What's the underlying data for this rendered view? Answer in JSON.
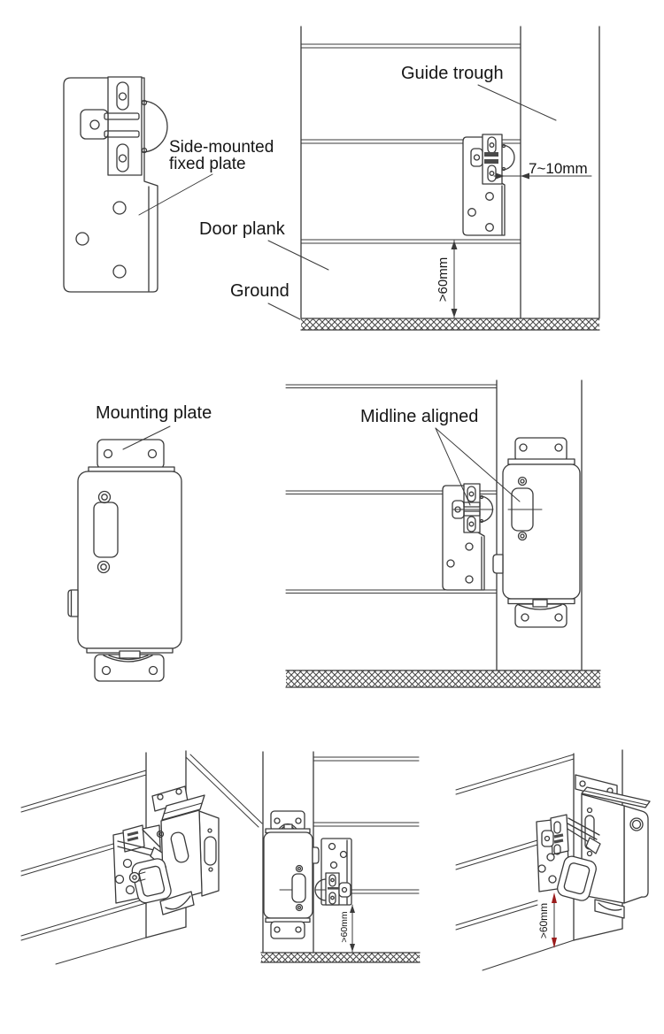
{
  "document": {
    "kind": "installation-instruction-diagram",
    "subject": "side-mounted gate latch lock installation",
    "background": "#ffffff"
  },
  "colors": {
    "line_color": "#3a3a3a",
    "red_accent": "#9b1c1c",
    "slot_fill": "#4a4a4a",
    "background": "#ffffff"
  },
  "labels": {
    "side_mounted_line1": "Side-mounted",
    "side_mounted_line2": "fixed plate",
    "guide_trough": "Guide trough",
    "gap_dimension": "7~10mm",
    "door_plank": "Door plank",
    "ground": "Ground",
    "height_dimension_side_view": ">60mm",
    "mounting_plate": "Mounting plate",
    "midline_aligned": "Midline aligned",
    "height_dimension_back_view": ">60mm",
    "height_dimension_persp_view": ">60mm"
  }
}
